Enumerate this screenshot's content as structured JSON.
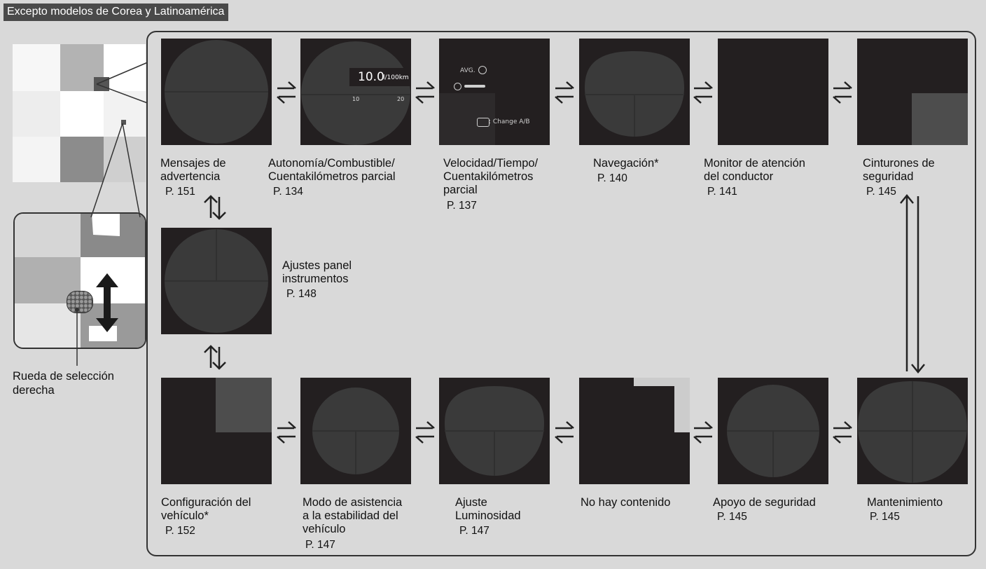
{
  "header": {
    "label": "Excepto modelos de Corea y Latinoamérica"
  },
  "wheel": {
    "label": "Rueda de selección\nderecha"
  },
  "screens": {
    "fuel": {
      "value": "10.0",
      "unit": "l/100km",
      "tick_low": "10",
      "tick_high": "20"
    },
    "speed": {
      "avg": "AVG.",
      "hint": ": Change A/B"
    }
  },
  "items": [
    {
      "caption": "Mensajes de\nadvertencia",
      "ref": "P. 151"
    },
    {
      "caption": "Autonomía/Combustible/\nCuentakilómetros parcial",
      "ref": "P. 134"
    },
    {
      "caption": "Velocidad/Tiempo/\nCuentakilómetros\nparcial",
      "ref": "P. 137"
    },
    {
      "caption": "Navegación*",
      "ref": "P. 140"
    },
    {
      "caption": "Monitor de atención\ndel conductor",
      "ref": "P. 141"
    },
    {
      "caption": "Cinturones de\nseguridad",
      "ref": "P. 145"
    },
    {
      "caption": "Ajustes panel\ninstrumentos",
      "ref": "P. 148"
    },
    {
      "caption": "Configuración del\nvehículo*",
      "ref": "P. 152"
    },
    {
      "caption": "Modo de asistencia\na la estabilidad del\nvehículo",
      "ref": "P. 147"
    },
    {
      "caption": "Ajuste\nLuminosidad",
      "ref": "P. 147"
    },
    {
      "caption": "No hay contenido",
      "ref": ""
    },
    {
      "caption": "Apoyo de seguridad",
      "ref": "P. 145"
    },
    {
      "caption": "Mantenimiento",
      "ref": "P. 145"
    }
  ]
}
